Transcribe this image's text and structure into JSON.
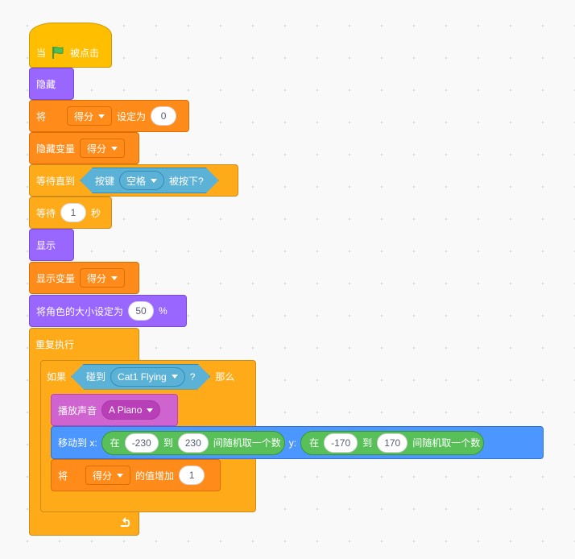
{
  "colors": {
    "events": "#ffbf00",
    "looks": "#9966ff",
    "variables": "#ff8c1a",
    "control": "#ffab19",
    "sensing": "#5cb1d6",
    "sound": "#cf63cf",
    "motion": "#4c97ff",
    "operators": "#59c059"
  },
  "hat": {
    "prefix": "当",
    "icon": "green-flag-icon",
    "suffix": "被点击"
  },
  "hide": {
    "label": "隐藏"
  },
  "set_var": {
    "prefix": "将",
    "variable": "得分",
    "middle": "设定为",
    "value": "0"
  },
  "hide_var": {
    "label": "隐藏变量",
    "variable": "得分"
  },
  "wait_until": {
    "label": "等待直到",
    "sense_prefix": "按键",
    "key": "空格",
    "sense_suffix": "被按下?"
  },
  "wait": {
    "prefix": "等待",
    "value": "1",
    "suffix": "秒"
  },
  "show": {
    "label": "显示"
  },
  "show_var": {
    "label": "显示变量",
    "variable": "得分"
  },
  "set_size": {
    "prefix": "将角色的大小设定为",
    "value": "50",
    "suffix": "%"
  },
  "forever": {
    "label": "重复执行",
    "loop_icon": "loop-arrow-icon"
  },
  "if_block": {
    "prefix": "如果",
    "touch_prefix": "碰到",
    "target": "Cat1 Flying",
    "touch_suffix": "?",
    "suffix": "那么"
  },
  "play_sound": {
    "label": "播放声音",
    "sound": "A Piano"
  },
  "goto": {
    "label": "移动到 x:",
    "x_pre": "在",
    "x_from": "-230",
    "x_mid": "到",
    "x_to": "230",
    "x_post": "间随机取一个数",
    "y_label": "y:",
    "y_pre": "在",
    "y_from": "-170",
    "y_mid": "到",
    "y_to": "170",
    "y_post": "间随机取一个数"
  },
  "change_var": {
    "prefix": "将",
    "variable": "得分",
    "middle": "的值增加",
    "value": "1"
  }
}
